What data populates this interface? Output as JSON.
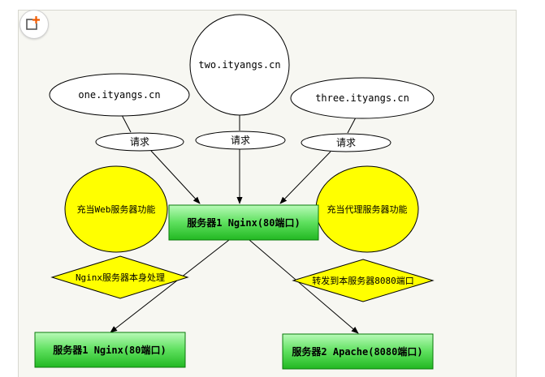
{
  "diagram": {
    "domains": {
      "one": "one.ityangs.cn",
      "two": "two.ityangs.cn",
      "three": "three.ityangs.cn"
    },
    "request_label": "请求",
    "nginx_role_web": "充当Web服务器功能",
    "nginx_role_proxy": "充当代理服务器功能",
    "server_main": "服务器1 Nginx(80端口)",
    "handle_self": "Nginx服务器本身处理",
    "forward": "转发到本服务器8080端口",
    "server_nginx": "服务器1 Nginx(80端口)",
    "server_apache": "服务器2 Apache(8080端口)"
  },
  "colors": {
    "panel_bg": "#f7f7f2",
    "yellow": "#ffff00",
    "green_top": "#9ef59e",
    "green_bottom": "#2ec62e",
    "badge_accent": "#f05a00"
  },
  "icons": {
    "expand": "expand-icon"
  }
}
